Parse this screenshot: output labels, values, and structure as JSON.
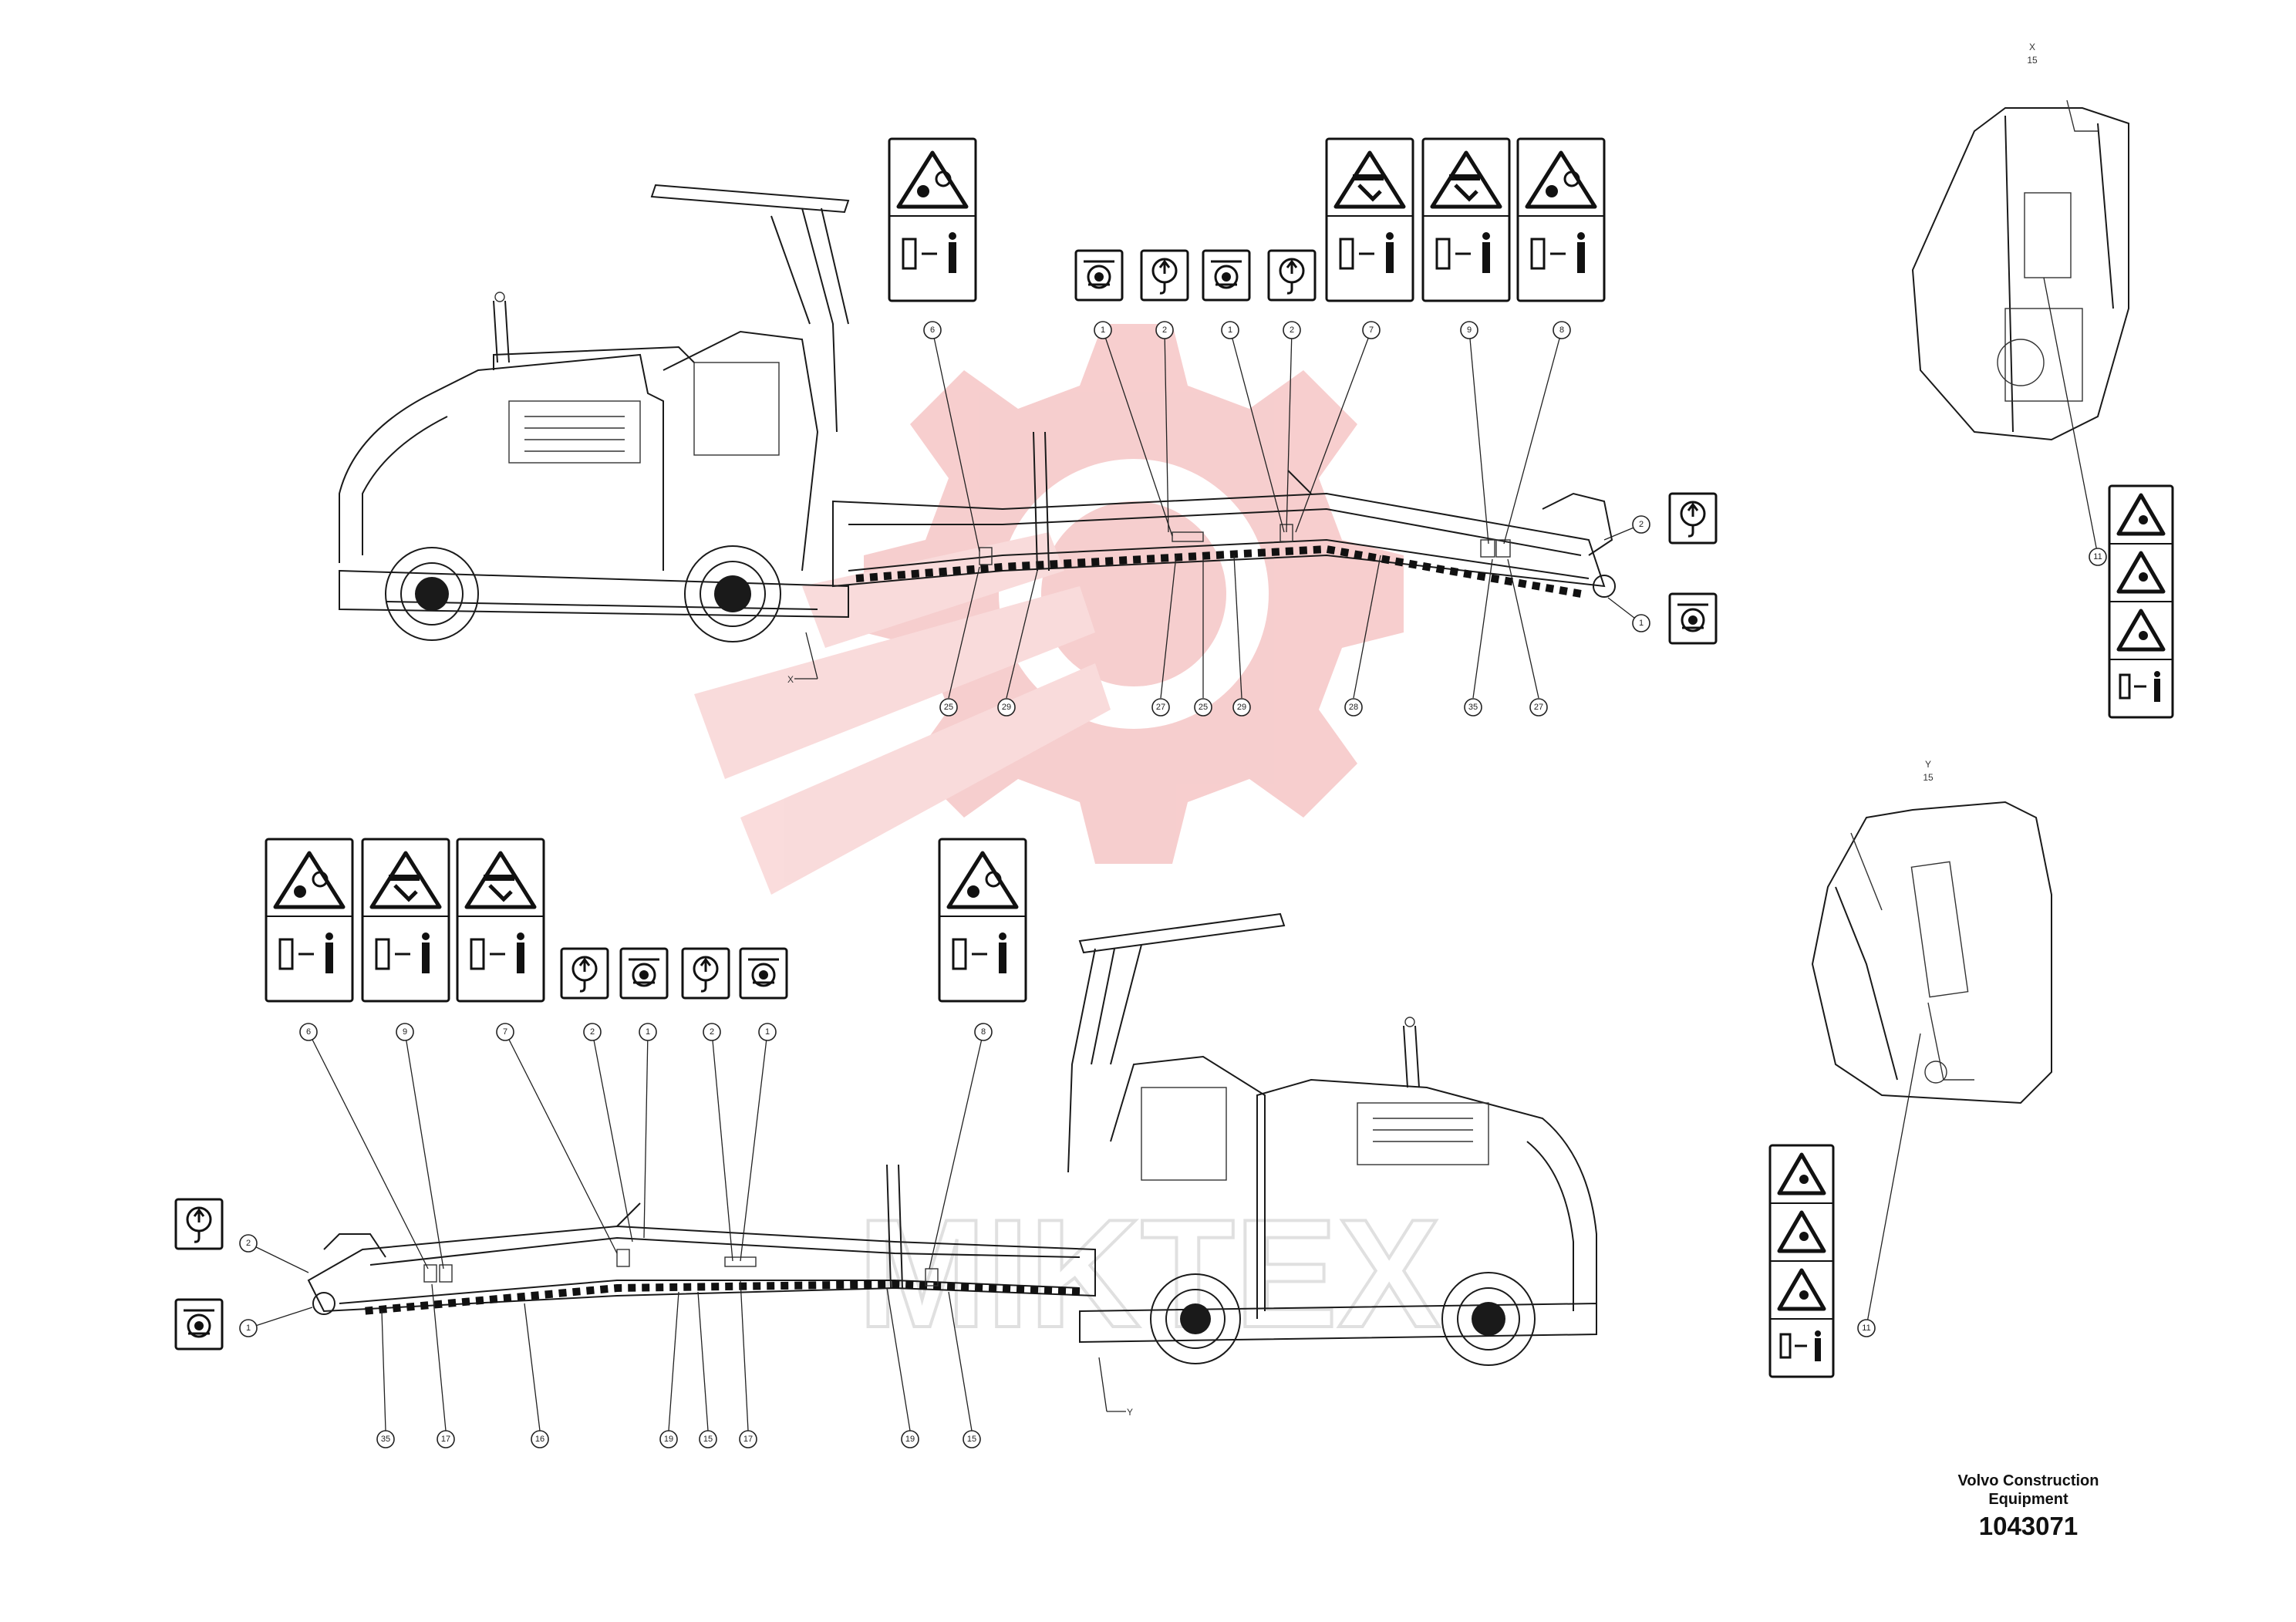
{
  "footer": {
    "company_line1": "Volvo Construction",
    "company_line2": "Equipment",
    "part_number": "1043071"
  },
  "views": {
    "detail_x_label": "X",
    "detail_x_sheet": "15",
    "detail_y_label": "Y",
    "detail_y_sheet": "15",
    "section_marker_x": "X",
    "section_marker_y": "Y"
  },
  "callouts": {
    "top": [
      "6",
      "1",
      "2",
      "1",
      "2",
      "7",
      "9",
      "8",
      "2",
      "1",
      "25",
      "29",
      "27",
      "25",
      "29",
      "28",
      "35",
      "27"
    ],
    "bottom": [
      "6",
      "9",
      "7",
      "2",
      "1",
      "2",
      "1",
      "8",
      "2",
      "1",
      "35",
      "17",
      "16",
      "19",
      "15",
      "17",
      "19",
      "15"
    ],
    "detail_x": "11",
    "detail_y": "11"
  },
  "icons": [
    "entanglement-warning-icon",
    "crush-warning-icon",
    "safe-distance-icon",
    "lifting-point-icon",
    "tie-down-point-icon"
  ],
  "colors": {
    "watermark": "#f6c9c9",
    "line": "#1a1a1a"
  }
}
